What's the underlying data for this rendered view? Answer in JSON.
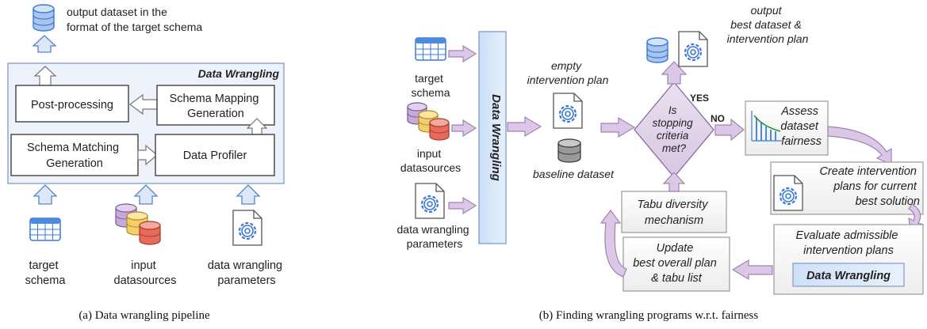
{
  "panel_a": {
    "output_label": [
      "output dataset in the",
      "format of the target schema"
    ],
    "container_title": "Data Wrangling",
    "post_processing": "Post-processing",
    "schema_mapping": [
      "Schema Mapping",
      "Generation"
    ],
    "schema_matching": [
      "Schema Matching",
      "Generation"
    ],
    "data_profiler": "Data Profiler",
    "input_target": [
      "target",
      "schema"
    ],
    "input_datasources": [
      "input",
      "datasources"
    ],
    "input_params": [
      "data wrangling",
      "parameters"
    ],
    "caption": "(a) Data wrangling pipeline"
  },
  "panel_b": {
    "inputs": {
      "target": [
        "target",
        "schema"
      ],
      "datasources": [
        "input",
        "datasources"
      ],
      "params": [
        "data wrangling",
        "parameters"
      ]
    },
    "wrangling_bar": "Data Wrangling",
    "empty_plan": [
      "empty",
      "intervention plan"
    ],
    "baseline": "baseline dataset",
    "output": [
      "output",
      "best dataset &",
      "intervention plan"
    ],
    "decision": [
      "Is",
      "stopping",
      "criteria",
      "met?"
    ],
    "yes": "YES",
    "no": "NO",
    "assess": [
      "Assess",
      "dataset",
      "fairness"
    ],
    "create": [
      "Create intervention",
      "plans for current",
      "best solution"
    ],
    "evaluate": [
      "Evaluate admissible",
      "intervention plans"
    ],
    "evaluate_inner": "Data Wrangling",
    "update": [
      "Update",
      "best overall plan",
      "& tabu list"
    ],
    "tabu": [
      "Tabu diversity",
      "mechanism"
    ],
    "caption": "(b) Finding wrangling programs w.r.t. fairness"
  },
  "colors": {
    "accent_blue": "#1a56c8",
    "arrow_fill": "#dde8f6",
    "arrow_stroke": "#5a83c4",
    "flow_fill": "#dcc8e6",
    "flow_stroke": "#9f82b2",
    "purple_text": "#5a2a8a",
    "yes": "#1e9a2a",
    "no": "#d42a1a"
  }
}
